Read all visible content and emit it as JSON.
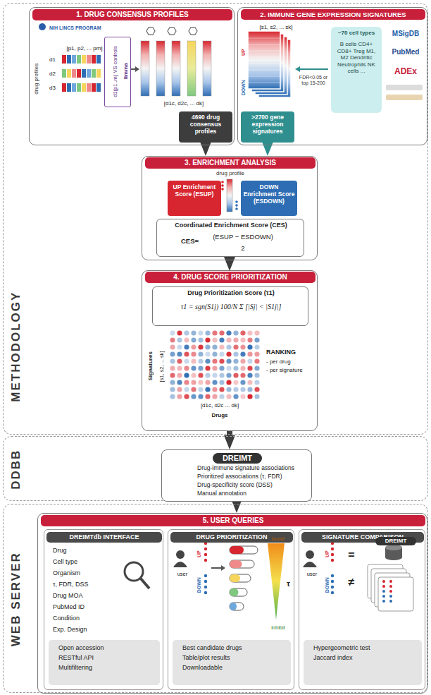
{
  "diagram": {
    "nodes": [
      {
        "text": [
          "METHODOLOGY"
        ]
      },
      {
        "text": [
          "1. DRUG CONSENSUS PROFILES",
          "NIH LINCS PROGRAM",
          "drug profiles",
          "[p1, p2, ... pm]",
          "d1",
          "d2",
          "d3",
          "[d1c, d2c, ... dk]"
        ],
        "in": 0
      },
      {
        "text": [
          "d1(p1..m) VS controls",
          "limma"
        ],
        "in": 1
      },
      {
        "text": [
          "4690 drug consensus profiles"
        ],
        "in": 1
      },
      {
        "text": [
          "2. IMMUNE GENE EXPRESSION SIGNATURES",
          "[s1, s2, ... sk]",
          "UP",
          "DOWN",
          "FDR<0.05 or top 15-200",
          "MSigDB",
          "PubMed",
          "ADEx"
        ],
        "in": 0
      },
      {
        "text": [
          "~70 cell types",
          "B cells CD4+ CD8+ Treg M1, M2 Dendritic Neutrophils NK cells ..."
        ],
        "in": 4
      },
      {
        "text": [
          ">2700 gene expression signatures"
        ],
        "in": 4
      },
      {
        "text": [
          "3. ENRICHMENT ANALYSIS",
          "drug profile"
        ],
        "in": 0
      },
      {
        "text": [
          "UP Enrichment Score (ESUP)"
        ],
        "in": 7
      },
      {
        "text": [
          "DOWN Enrichment Score (ESDOWN)"
        ],
        "in": 7
      },
      {
        "text": [
          "Coordinated Enrichment Score (CES)",
          "CES=",
          "(ESUP − ESDOWN)",
          "2"
        ],
        "in": 7
      },
      {
        "text": [
          "4. DRUG SCORE PRIORITIZATION",
          "Signatures",
          "[s1, s2, ... sk]",
          "RANKING",
          "- per drug",
          "- per signature",
          "[d1c, d2c ... dk]",
          "Drugs"
        ],
        "in": 0
      },
      {
        "text": [
          "Drug Prioritization Score (τ1)",
          "τ1 = sgn(S1j) 100/N Σ [|Sj| < |S1j|]"
        ],
        "in": 11
      },
      {
        "text": [
          "DDBB"
        ]
      },
      {
        "text": [
          "DREIMT",
          "Drug-immune signature associations",
          "Prioritized associations (τ, FDR)",
          "Drug-specificity score (DSS)",
          "Manual annotation"
        ],
        "in": 13
      },
      {
        "text": [
          "WEB SERVER"
        ]
      },
      {
        "text": [
          "5. USER QUERIES"
        ],
        "in": 15
      },
      {
        "text": [
          "DREIMTdb INTERFACE",
          "Drug",
          "Cell type",
          "Organism",
          "τ, FDR, DSS",
          "Drug MOA",
          "PubMed ID",
          "Condition",
          "Exp. Design"
        ],
        "in": 16
      },
      {
        "text": [
          "Open accession",
          "RESTful API",
          "Multifiltering"
        ],
        "in": 17
      },
      {
        "text": [
          "DRUG PRIORITIZATION",
          "user",
          "UP",
          "DOWN",
          "boost",
          "inhibit",
          "τ"
        ],
        "in": 16
      },
      {
        "text": [
          "Best candidate drugs",
          "Table/plot results",
          "Downloadable"
        ],
        "in": 19
      },
      {
        "text": [
          "SIGNATURE COMPARISON",
          "user",
          "UP",
          "DOWN",
          "=",
          "≠",
          "DREIMT"
        ],
        "in": 16
      },
      {
        "text": [
          "Hypergeometric test",
          "Jaccard index"
        ],
        "in": 21
      }
    ],
    "edges": [
      {
        "from": 3,
        "to": 7,
        "arrow": "to"
      },
      {
        "from": 6,
        "to": 7,
        "arrow": "to"
      },
      {
        "from": 7,
        "to": 11,
        "arrow": "to"
      },
      {
        "from": 11,
        "to": 14,
        "arrow": "to"
      },
      {
        "from": 14,
        "to": 16,
        "arrow": "to"
      }
    ]
  }
}
